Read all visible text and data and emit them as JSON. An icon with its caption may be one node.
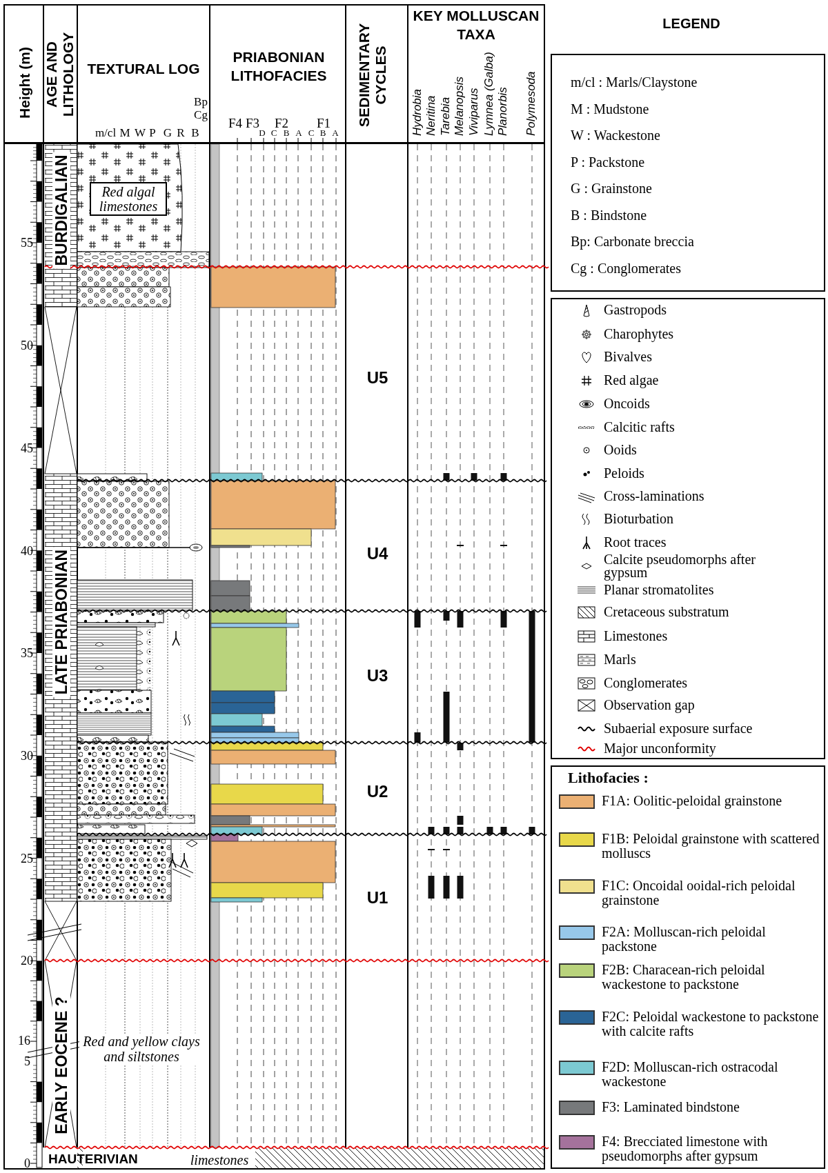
{
  "diagram": {
    "nodes": [
      {
        "text": [
          "Red algal limestones"
        ]
      }
    ],
    "labels": [
      "Height (m)",
      "AGE AND LITHOLOGY",
      "TEXTURAL LOG",
      "PRIABONIAN LITHOFACIES",
      "SEDIMENTARY CYCLES",
      "KEY MOLLUSCAN TAXA",
      "m/cl",
      "M",
      "W",
      "P",
      "G",
      "R",
      "B",
      "Bp",
      "Cg",
      "F4",
      "F3",
      "F2",
      "F1",
      "D",
      "C",
      "B",
      "A",
      "C",
      "B",
      "A",
      "Hydrobia",
      "Neritina",
      "Tarebia",
      "Melanopsis",
      "Viviparus",
      "Lymnea (Galba)",
      "Planorbis",
      "Polymesoda",
      "55",
      "50",
      "45",
      "40",
      "35",
      "30",
      "25",
      "20",
      "16",
      "5",
      "0",
      "BURDIGALIAN",
      "LATE PRIABONIAN",
      "EARLY EOCENE ?",
      "HAUTERIVIAN",
      "Red and yellow clays and siltstones",
      "limestones",
      "U5",
      "U4",
      "U3",
      "U2",
      "U1",
      "LEGEND",
      "m/cl : Marls/Claystone",
      "M : Mudstone",
      "W : Wackestone",
      "P : Packstone",
      "G : Grainstone",
      "B : Bindstone",
      "Bp: Carbonate breccia",
      "Cg : Conglomerates",
      "Lithofacies :"
    ],
    "legend": [
      {
        "text": "Gastropods"
      },
      {
        "text": "Charophytes"
      },
      {
        "text": "Bivalves"
      },
      {
        "text": "Red algae"
      },
      {
        "text": "Oncoids"
      },
      {
        "text": "Calcitic rafts"
      },
      {
        "text": "Ooids"
      },
      {
        "text": "Peloids"
      },
      {
        "text": "Cross-laminations"
      },
      {
        "text": "Bioturbation"
      },
      {
        "text": "Root traces"
      },
      {
        "text": "Calcite pseudomorphs after gypsum"
      },
      {
        "text": "Planar stromatolites"
      },
      {
        "text": "Cretaceous substratum"
      },
      {
        "text": "Limestones"
      },
      {
        "text": "Marls"
      },
      {
        "text": "Conglomerates"
      },
      {
        "text": "Observation gap"
      },
      {
        "text": "Subaerial exposure surface"
      },
      {
        "text": "Major unconformity"
      },
      {
        "text": "F1A: Oolitic-peloidal grainstone",
        "color": "#ebb073"
      },
      {
        "text": "F1B: Peloidal grainstone with scattered molluscs",
        "color": "#e8d84a"
      },
      {
        "text": "F1C: Oncoidal ooidal-rich peloidal grainstone",
        "color": "#f0e08e"
      },
      {
        "text": "F2A: Molluscan-rich peloidal packstone",
        "color": "#97c8ea"
      },
      {
        "text": "F2B: Characean-rich peloidal wackestone to packstone",
        "color": "#b9d37c"
      },
      {
        "text": "F2C: Peloidal wackestone to packstone with calcite rafts",
        "color": "#2a6496"
      },
      {
        "text": "F2D: Molluscan-rich ostracodal wackestone",
        "color": "#7cc9d2"
      },
      {
        "text": "F3: Laminated bindstone",
        "color": "#77797b"
      },
      {
        "text": "F4: Brecciated limestone with pseudomorphs after gypsum",
        "color": "#a5729c"
      }
    ]
  }
}
